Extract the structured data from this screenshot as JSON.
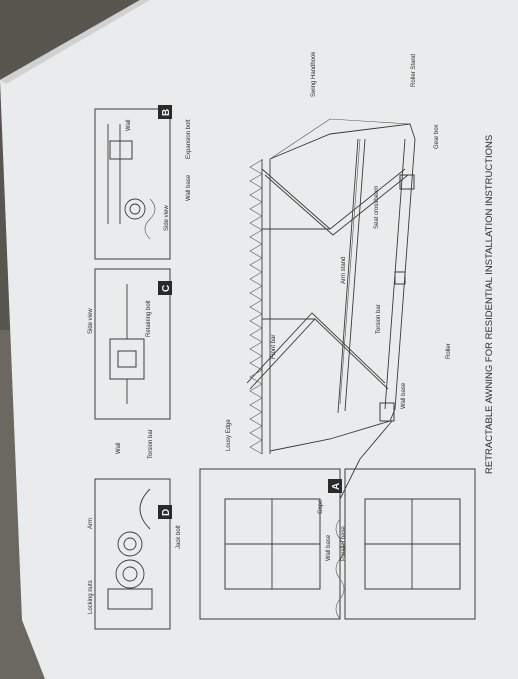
{
  "title": "RETRACTABLE AWNING FOR RESIDENTIAL INSTALLATION INSTRUCTIONS",
  "panels": {
    "a": "A",
    "b": "B",
    "c": "C",
    "d": "D"
  },
  "labels": {
    "roller_stand": "Roller Stand",
    "gear_box": "Gear box",
    "swing_handhook": "Swing Handhook",
    "seat_crossbeam": "Seat crossbeam",
    "arm_stand": "Arm stand",
    "torsion_bar": "Torsion bar",
    "roller": "Roller",
    "front_bar": "Front bar",
    "wall_base": "Wall base",
    "lousy_edge": "Lousy Edge",
    "cape": "Cape",
    "expansion_bolt": "Expansion bolt",
    "wall": "Wall",
    "side_view": "Side view",
    "retaining_bolt": "Retaining bolt",
    "jack_bolt": "Jack bolt",
    "arm": "Arm",
    "locking_nuts": "Locking nuts",
    "parallel_base": "Parallel base"
  }
}
